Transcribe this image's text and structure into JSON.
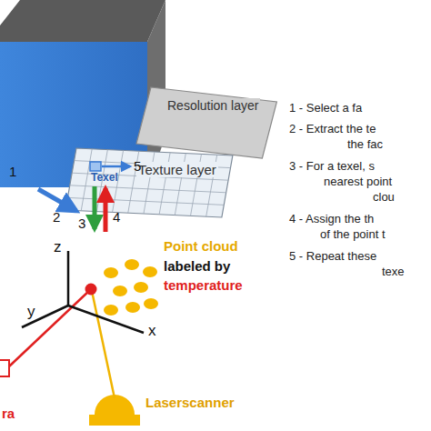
{
  "diagram": {
    "nodes": [
      {
        "text": [
          "Resolution layer"
        ]
      },
      {
        "text": [
          "Texture layer"
        ]
      },
      {
        "text": [
          "Laserscanner"
        ]
      }
    ],
    "labels": [
      "1",
      "2",
      "3",
      "4",
      "5",
      "Texel",
      "z",
      "y",
      "x",
      "Point cloud",
      "labeled by",
      "temperature",
      "ra",
      "1 - Select a fa",
      "2 - Extract the te",
      "the fac",
      "3 - For a texel, s",
      "nearest point",
      "clou",
      "4 - Assign the th",
      "of the point t",
      "5 - Repeat these",
      "texe"
    ]
  }
}
